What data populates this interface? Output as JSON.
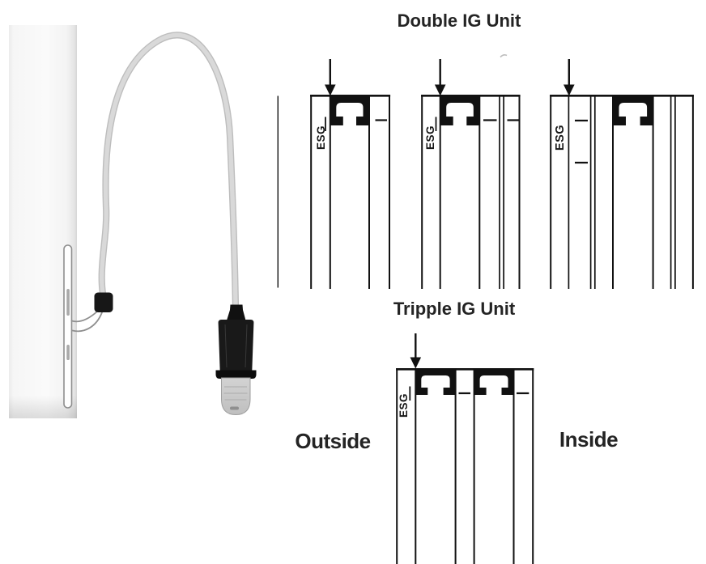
{
  "figure": {
    "titles": {
      "double_unit": "Double IG Unit",
      "triple_unit": "Tripple IG Unit"
    },
    "labels": {
      "outside": "Outside",
      "inside": "Inside",
      "glass_type": "ESG"
    },
    "colors": {
      "line": "#111111",
      "text": "#242424",
      "cable": "#d6d6d6",
      "connector_black": "#161616",
      "panel_white": "#f7f7f7"
    }
  }
}
